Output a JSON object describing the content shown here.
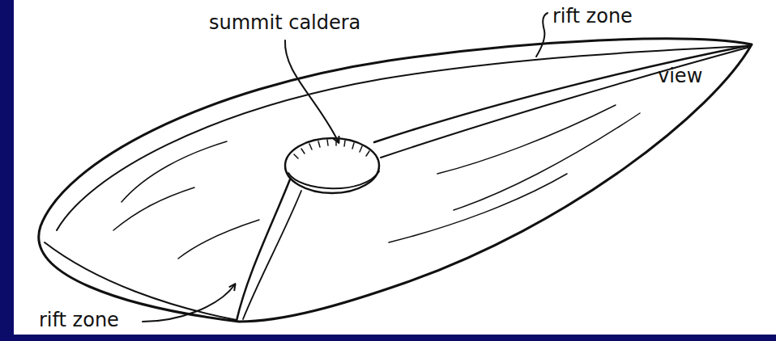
{
  "diagram": {
    "labels": [
      "summit caldera",
      "rift zone",
      "view",
      "rift zone"
    ]
  }
}
